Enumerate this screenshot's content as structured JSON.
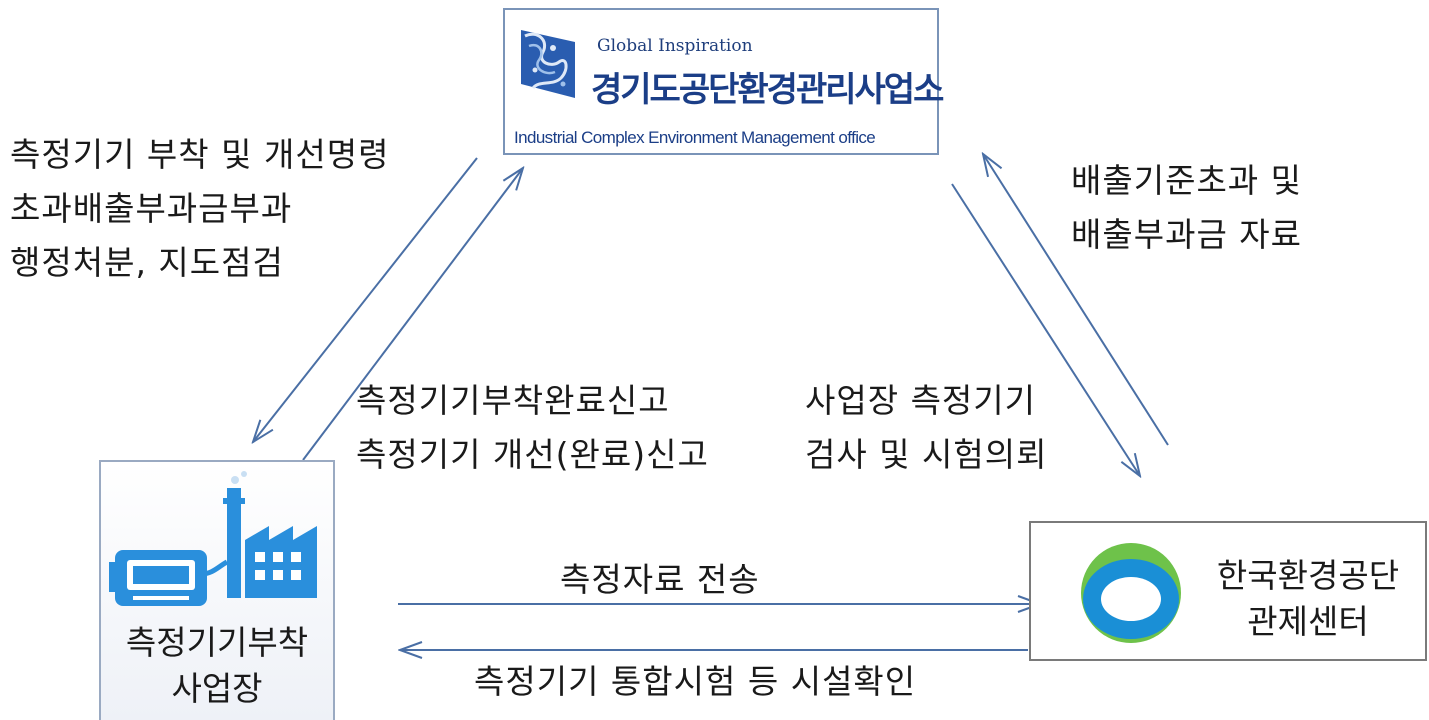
{
  "nodes": {
    "office": {
      "tagline": "Global Inspiration",
      "name": "경기도공단환경관리사업소",
      "english_name": "Industrial Complex Environment Management office"
    },
    "site": {
      "label_line1": "측정기기부착",
      "label_line2": "사업장"
    },
    "center": {
      "label_line1": "한국환경공단",
      "label_line2": "관제센터"
    }
  },
  "edges": {
    "office_to_site": [
      "측정기기 부착 및 개선명령",
      "초과배출부과금부과",
      "행정처분, 지도점검"
    ],
    "site_to_office": [
      "측정기기부착완료신고",
      "측정기기 개선(완료)신고"
    ],
    "center_to_office": [
      "배출기준초과 및",
      "배출부과금 자료"
    ],
    "office_to_center": [
      "사업장 측정기기",
      "검사 및 시험의뢰"
    ],
    "site_to_center": [
      "측정자료 전송"
    ],
    "center_to_site": [
      "측정기기 통합시험 등 시설확인"
    ]
  },
  "colors": {
    "arrow": "#4a6fa5",
    "office_text": "#1b3e87",
    "factory_icon": "#2a8fdc",
    "center_logo_outer": "#1a8fd6",
    "center_logo_inner": "#6ec24a"
  },
  "icons": {
    "office_logo": "blue-swirl-logo-icon",
    "site_icon": "factory-with-monitor-icon",
    "center_logo": "kecoo-ring-logo-icon"
  }
}
